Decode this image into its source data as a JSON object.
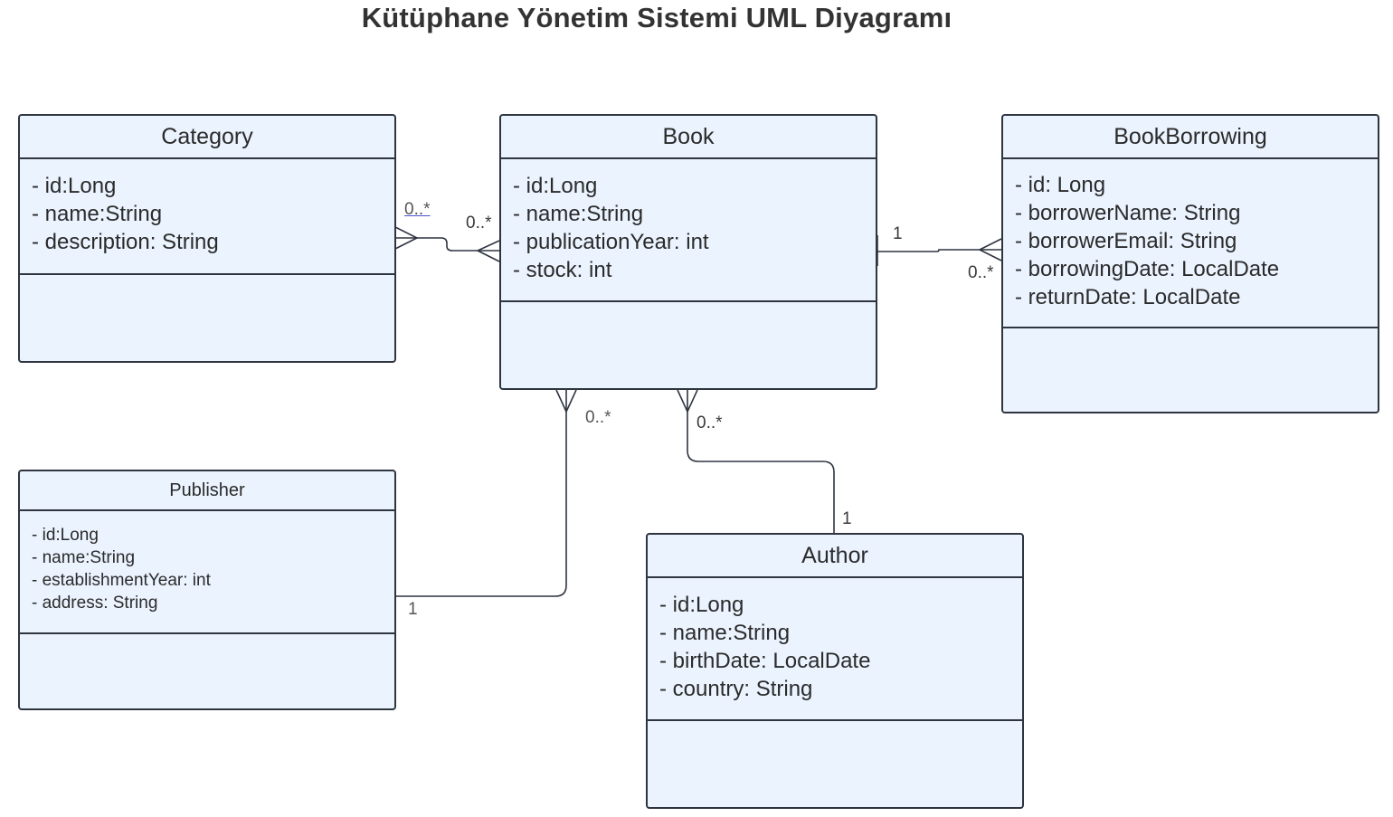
{
  "title": "Kütüphane Yönetim Sistemi UML Diyagramı",
  "classes": {
    "category": {
      "name": "Category",
      "attributes": [
        "- id:Long",
        "- name:String",
        "- description: String"
      ]
    },
    "book": {
      "name": "Book",
      "attributes": [
        "- id:Long",
        "- name:String",
        "- publicationYear: int",
        "- stock: int"
      ]
    },
    "borrowing": {
      "name": "BookBorrowing",
      "attributes": [
        "- id: Long",
        "- borrowerName: String",
        "- borrowerEmail: String",
        "- borrowingDate: LocalDate",
        "- returnDate: LocalDate"
      ]
    },
    "publisher": {
      "name": "Publisher",
      "attributes": [
        "- id:Long",
        "- name:String",
        "- establishmentYear: int",
        "- address: String"
      ]
    },
    "author": {
      "name": "Author",
      "attributes": [
        "- id:Long",
        "- name:String",
        "- birthDate: LocalDate",
        "- country: String"
      ]
    }
  },
  "multiplicities": {
    "category_book_category_end": "0..*",
    "category_book_book_end": "0..*",
    "book_borrowing_book_end": "1",
    "book_borrowing_borrowing_end": "0..*",
    "publisher_book_book_end": "0..*",
    "publisher_book_publisher_end": "1",
    "author_book_book_end": "0..*",
    "author_book_author_end": "1"
  },
  "colors": {
    "class_fill": "#ebf3fe",
    "border": "#2e3440",
    "link_underline": "#4a56d0"
  }
}
